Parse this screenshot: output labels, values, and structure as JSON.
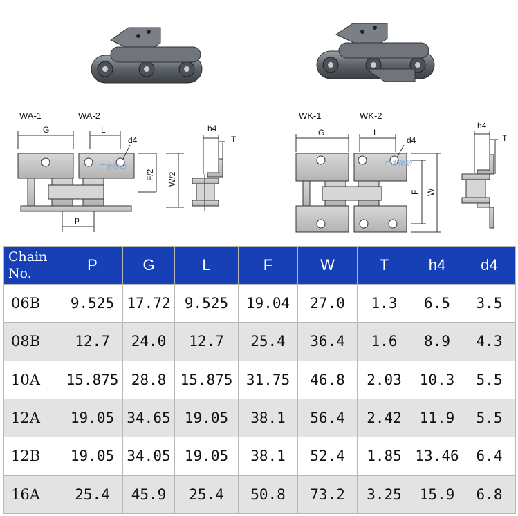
{
  "labels": {
    "wa1": "WA-1",
    "wa2": "WA-2",
    "wk1": "WK-1",
    "wk2": "WK-2",
    "g": "G",
    "l": "L",
    "d4": "d4",
    "h4": "h4",
    "t": "T",
    "f2": "F/2",
    "w2": "W/2",
    "f": "F",
    "w": "W",
    "p": "p"
  },
  "colors": {
    "header_bg": "#1740b6",
    "header_text": "#ffffff",
    "row_alt": "#e3e3e3",
    "plate_gray": "#c7c7c7"
  },
  "table": {
    "columns": [
      "P",
      "G",
      "L",
      "F",
      "W",
      "T",
      "h4",
      "d4"
    ],
    "first_col_header": "Chain No.",
    "rows": [
      {
        "chain": "06B",
        "values": [
          "9.525",
          "17.72",
          "9.525",
          "19.04",
          "27.0",
          "1.3",
          "6.5",
          "3.5"
        ]
      },
      {
        "chain": "08B",
        "values": [
          "12.7",
          "24.0",
          "12.7",
          "25.4",
          "36.4",
          "1.6",
          "8.9",
          "4.3"
        ]
      },
      {
        "chain": "10A",
        "values": [
          "15.875",
          "28.8",
          "15.875",
          "31.75",
          "46.8",
          "2.03",
          "10.3",
          "5.5"
        ]
      },
      {
        "chain": "12A",
        "values": [
          "19.05",
          "34.65",
          "19.05",
          "38.1",
          "56.4",
          "2.42",
          "11.9",
          "5.5"
        ]
      },
      {
        "chain": "12B",
        "values": [
          "19.05",
          "34.05",
          "19.05",
          "38.1",
          "52.4",
          "1.85",
          "13.46",
          "6.4"
        ]
      },
      {
        "chain": "16A",
        "values": [
          "25.4",
          "45.9",
          "25.4",
          "50.8",
          "73.2",
          "3.25",
          "15.9",
          "6.8"
        ]
      }
    ]
  }
}
